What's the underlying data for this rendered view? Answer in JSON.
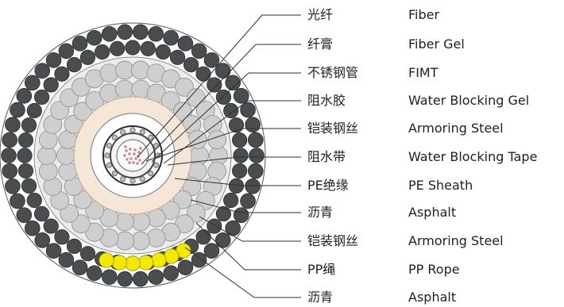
{
  "diagram": {
    "title": "",
    "labels": [
      {
        "zh": "光纤",
        "en": "Fiber"
      },
      {
        "zh": "纤膏",
        "en": "Fiber Gel"
      },
      {
        "zh": "不锈钢管",
        "en": "FIMT"
      },
      {
        "zh": "阻水胶",
        "en": "Water Blocking Gel"
      },
      {
        "zh": "铠装钢丝",
        "en": "Armoring Steel"
      },
      {
        "zh": "阻水带",
        "en": "Water Blocking Tape"
      },
      {
        "zh": "PE绝缘",
        "en": "PE Sheath"
      },
      {
        "zh": "沥青",
        "en": "Asphalt"
      },
      {
        "zh": "铠装钢丝",
        "en": "Armoring Steel"
      },
      {
        "zh": "PP绳",
        "en": "PP Rope"
      },
      {
        "zh": "沥青",
        "en": "Asphalt"
      }
    ],
    "colors": {
      "outer_wire": "#4a4d4f",
      "inner_wire": "#cfcfcf",
      "pe_sheath": "#f5e6d8",
      "pp_rope": "#f2e800",
      "fiber_dot": "#c98a84",
      "leader": "#2f2f2f"
    }
  }
}
